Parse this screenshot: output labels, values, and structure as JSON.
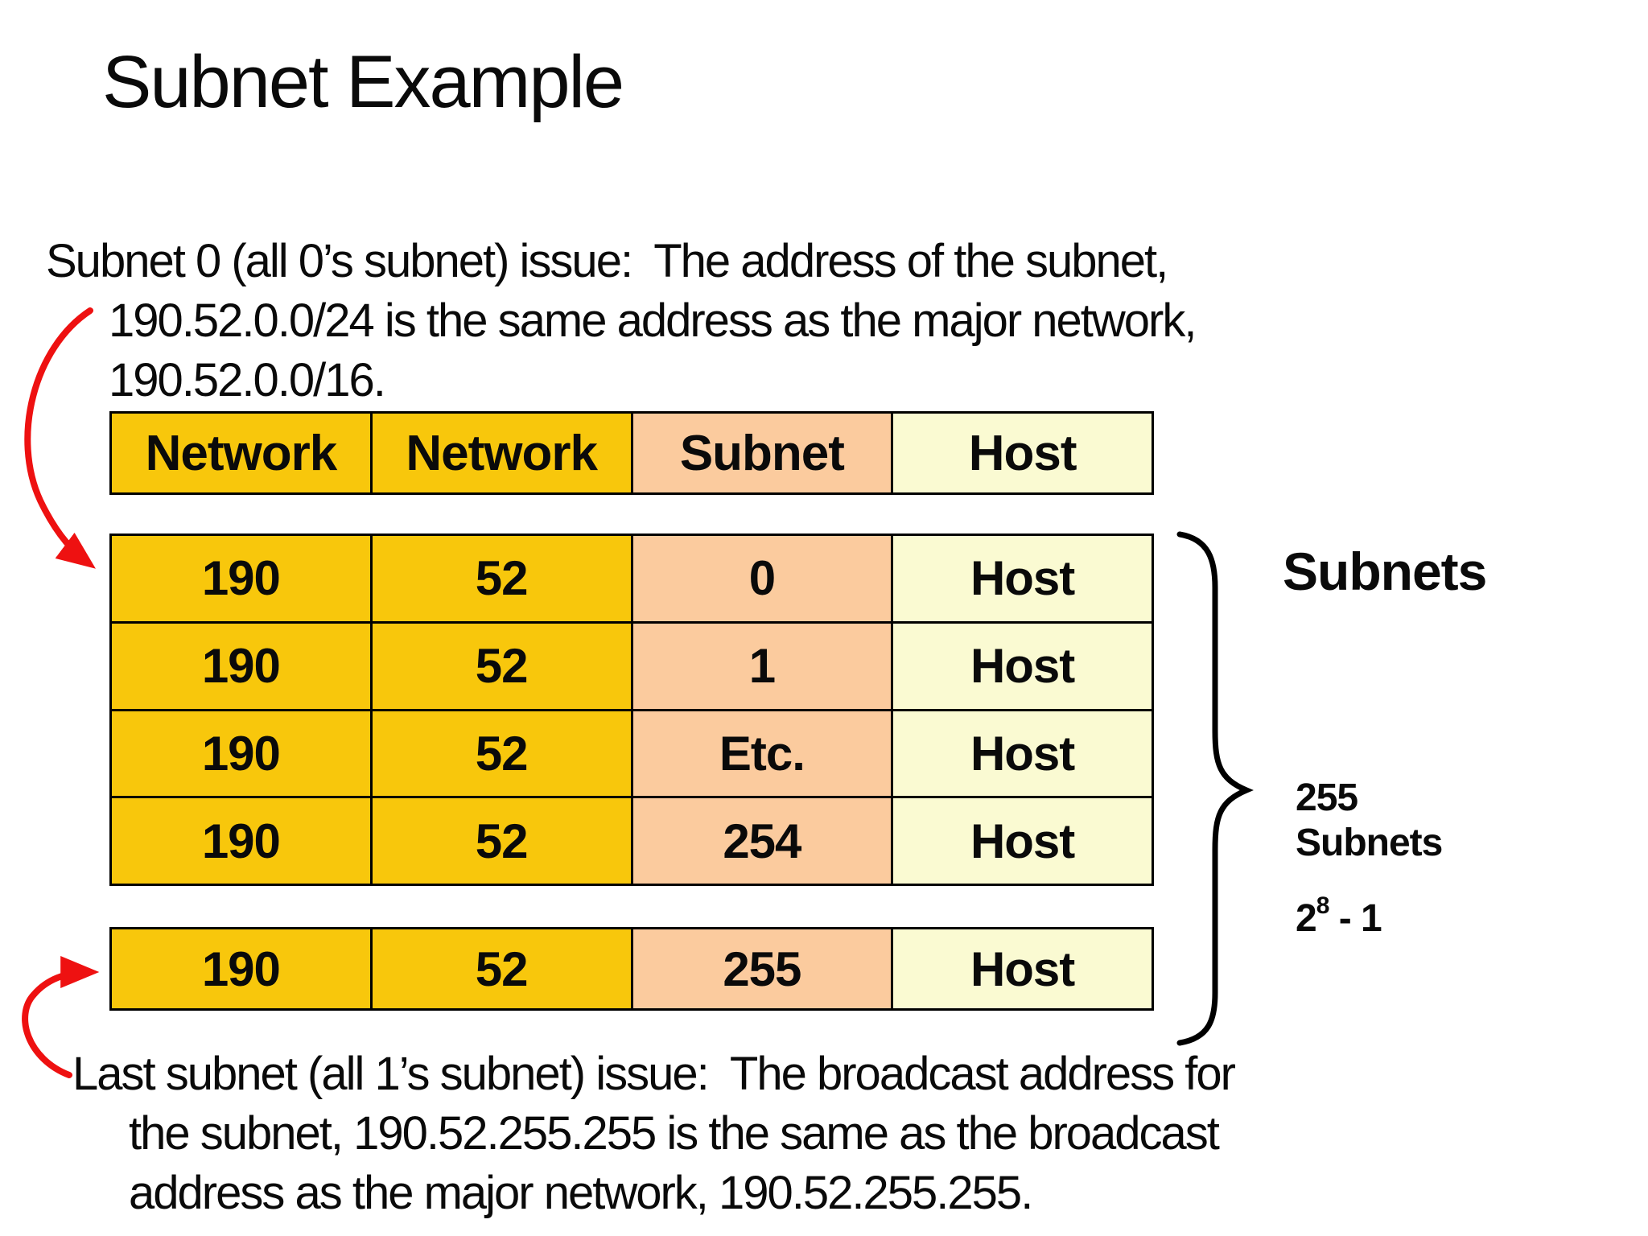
{
  "colors": {
    "gold": "#f8c70c",
    "peach": "#fbcb9e",
    "pale_yellow": "#fafad2",
    "arrow_red": "#ee1111",
    "border": "#000000",
    "text": "#0a0a0a"
  },
  "title": "Subnet Example",
  "paragraph_top": {
    "line1": "Subnet 0 (all 0’s subnet) issue:  The address of the subnet,",
    "line2": "190.52.0.0/24 is the same address as the major network,",
    "line3": "190.52.0.0/16."
  },
  "table": {
    "headers": [
      "Network",
      "Network",
      "Subnet",
      "Host"
    ],
    "rows": [
      [
        "190",
        "52",
        "0",
        "Host"
      ],
      [
        "190",
        "52",
        "1",
        "Host"
      ],
      [
        "190",
        "52",
        "Etc.",
        "Host"
      ],
      [
        "190",
        "52",
        "254",
        "Host"
      ]
    ],
    "last_row": [
      "190",
      "52",
      "255",
      "Host"
    ]
  },
  "right_annotations": {
    "subnets_heading": "Subnets",
    "count_line1": "255",
    "count_line2": "Subnets",
    "formula_base": "2",
    "formula_exponent": "8",
    "formula_tail": " - 1"
  },
  "paragraph_bottom": {
    "line1": "Last subnet (all 1’s subnet) issue:  The broadcast address for",
    "line2": "the subnet, 190.52.255.255 is the same as the broadcast",
    "line3": "address as the major network, 190.52.255.255."
  }
}
